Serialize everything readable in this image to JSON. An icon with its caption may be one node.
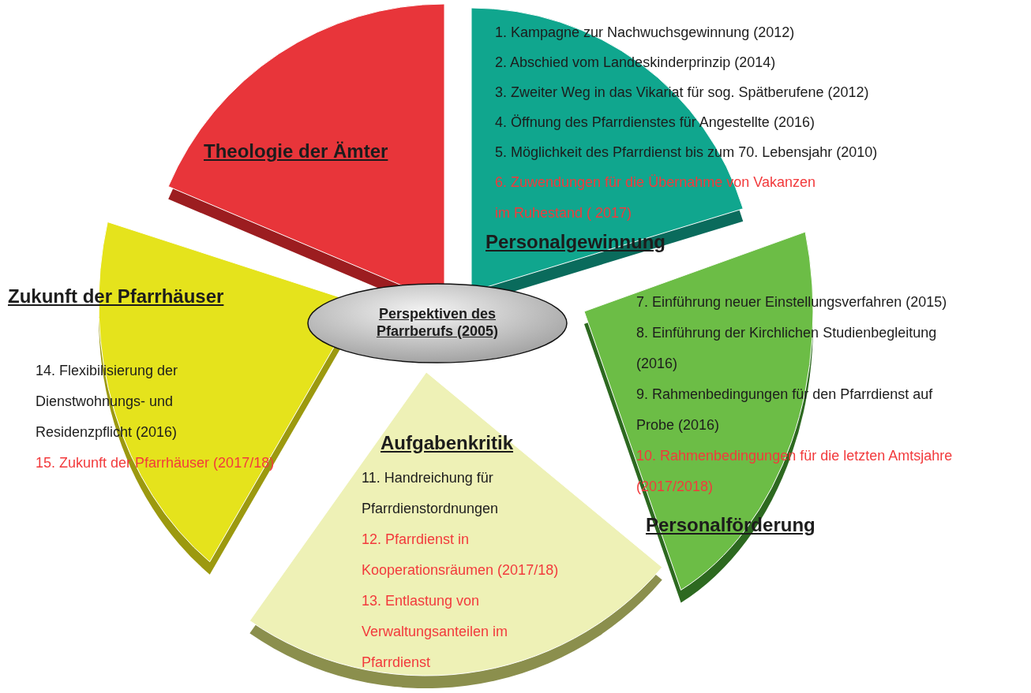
{
  "diagram": {
    "nodes": [
      {
        "text": [
          "Perspektiven des Pfarrberufs (2005)"
        ]
      },
      {
        "text": [
          "Theologie der Ämter"
        ]
      },
      {
        "text": [
          "Personalgewinnung",
          "1. Kampagne zur Nachwuchsgewinnung (2012)",
          "2. Abschied vom Landeskinderprinzip (2014)",
          "3. Zweiter Weg in das Vikariat für sog. Spätberufene (2012)",
          "4. Öffnung des Pfarrdienstes für Angestellte (2016)",
          "5. Möglichkeit des Pfarrdienst bis zum 70. Lebensjahr (2010)",
          "6. Zuwendungen für die Übernahme von Vakanzen im Ruhestand ( 2017)"
        ]
      },
      {
        "text": [
          "Personalförderung",
          "7. Einführung neuer Einstellungsverfahren (2015)",
          "8. Einführung der Kirchlichen Studienbegleitung (2016)",
          "9. Rahmenbedingungen für den Pfarrdienst auf Probe (2016)",
          "10. Rahmenbedingungen für die letzten Amtsjahre (2017/2018)"
        ]
      },
      {
        "text": [
          "Aufgabenkritik",
          "11. Handreichung für Pfarrdienstordnungen",
          "12. Pfarrdienst in Kooperationsräumen (2017/18)",
          "13. Entlastung von Verwaltungsanteilen im Pfarrdienst"
        ]
      },
      {
        "text": [
          "Zukunft der Pfarrhäuser",
          "14. Flexibilisierung der Dienstwohnungs- und Residenzpflicht (2016)",
          "15. Zukunft der Pfarrhäuser (2017/18)"
        ]
      }
    ]
  }
}
